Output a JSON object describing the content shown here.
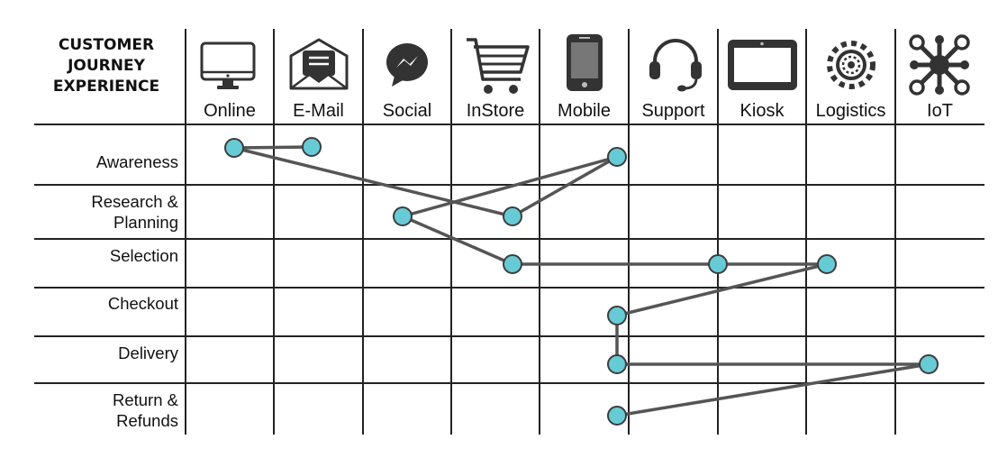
{
  "title": {
    "lines": [
      "CUSTOMER",
      "JOURNEY",
      "EXPERIENCE"
    ]
  },
  "channels": [
    {
      "label": "Online",
      "icon": "monitor-icon"
    },
    {
      "label": "E-Mail",
      "icon": "envelope-icon"
    },
    {
      "label": "Social",
      "icon": "messenger-icon"
    },
    {
      "label": "InStore",
      "icon": "shopping-cart-icon"
    },
    {
      "label": "Mobile",
      "icon": "smartphone-icon"
    },
    {
      "label": "Support",
      "icon": "headset-icon"
    },
    {
      "label": "Kiosk",
      "icon": "tablet-icon"
    },
    {
      "label": "Logistics",
      "icon": "gear-icon"
    },
    {
      "label": "IoT",
      "icon": "network-hub-icon"
    }
  ],
  "stages": [
    {
      "lines": [
        "Awareness"
      ]
    },
    {
      "lines": [
        "Research &",
        "Planning"
      ]
    },
    {
      "lines": [
        "Selection"
      ]
    },
    {
      "lines": [
        "Checkout"
      ]
    },
    {
      "lines": [
        "Delivery"
      ]
    },
    {
      "lines": [
        "Return &",
        "Refunds"
      ]
    }
  ],
  "journey_path": [
    {
      "stage": "Awareness",
      "channel": "E-Mail"
    },
    {
      "stage": "Awareness",
      "channel": "Online"
    },
    {
      "stage": "Research & Planning",
      "channel": "InStore"
    },
    {
      "stage": "Awareness",
      "channel": "Mobile"
    },
    {
      "stage": "Research & Planning",
      "channel": "Social"
    },
    {
      "stage": "Selection",
      "channel": "InStore"
    },
    {
      "stage": "Selection",
      "channel": "Kiosk"
    },
    {
      "stage": "Selection",
      "channel": "Logistics"
    },
    {
      "stage": "Checkout",
      "channel": "Mobile"
    },
    {
      "stage": "Delivery",
      "channel": "Mobile"
    },
    {
      "stage": "Delivery",
      "channel": "IoT"
    },
    {
      "stage": "Return & Refunds",
      "channel": "Mobile"
    }
  ],
  "colors": {
    "node_fill": "#67cbd6",
    "node_stroke": "#3d3d3d",
    "path": "#555555",
    "grid": "#222222"
  }
}
